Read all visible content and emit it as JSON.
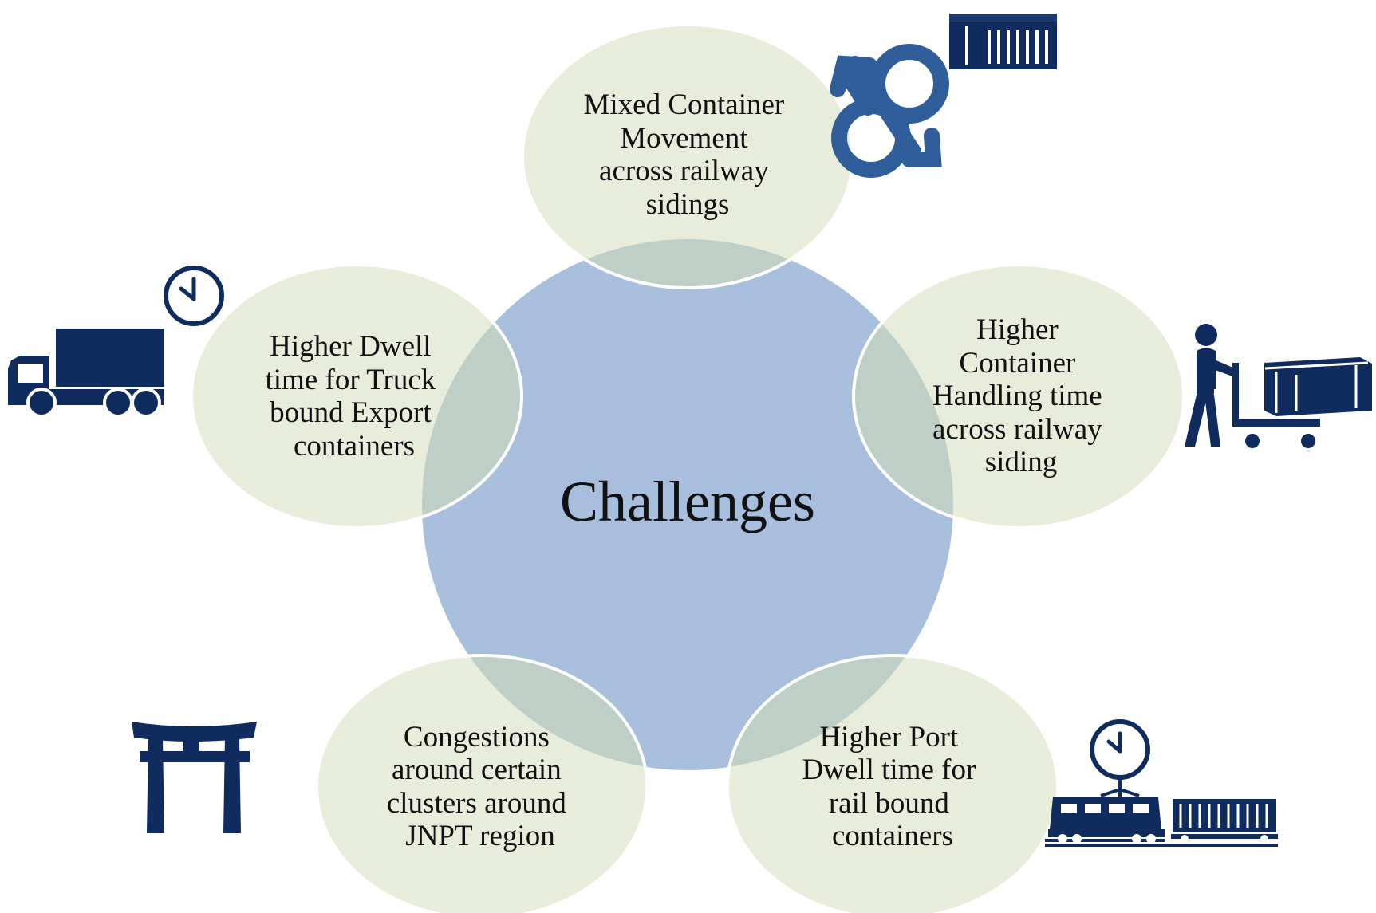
{
  "center": {
    "label": "Challenges"
  },
  "challenges": [
    {
      "lines": [
        "Mixed Container",
        "Movement",
        "across railway",
        "sidings"
      ],
      "icon": "container-movement-icon"
    },
    {
      "lines": [
        "Higher",
        "Container",
        "Handling time",
        "across railway",
        "siding"
      ],
      "icon": "worker-trolley-icon"
    },
    {
      "lines": [
        "Higher Port",
        "Dwell time for",
        "rail bound",
        "containers"
      ],
      "icon": "train-clock-icon"
    },
    {
      "lines": [
        "Congestions",
        "around certain",
        "clusters around",
        "JNPT region"
      ],
      "icon": "torii-gate-icon"
    },
    {
      "lines": [
        "Higher Dwell",
        "time for Truck",
        "bound Export",
        "containers"
      ],
      "icon": "truck-clock-icon"
    }
  ],
  "colors": {
    "center_fill": "#a7bfdd",
    "outer_fill": "#e8ecda",
    "overlap_fill": "#becfc8",
    "outline": "#ffffff",
    "icon_navy": "#102c5e",
    "icon_blue": "#2f5e9b"
  }
}
